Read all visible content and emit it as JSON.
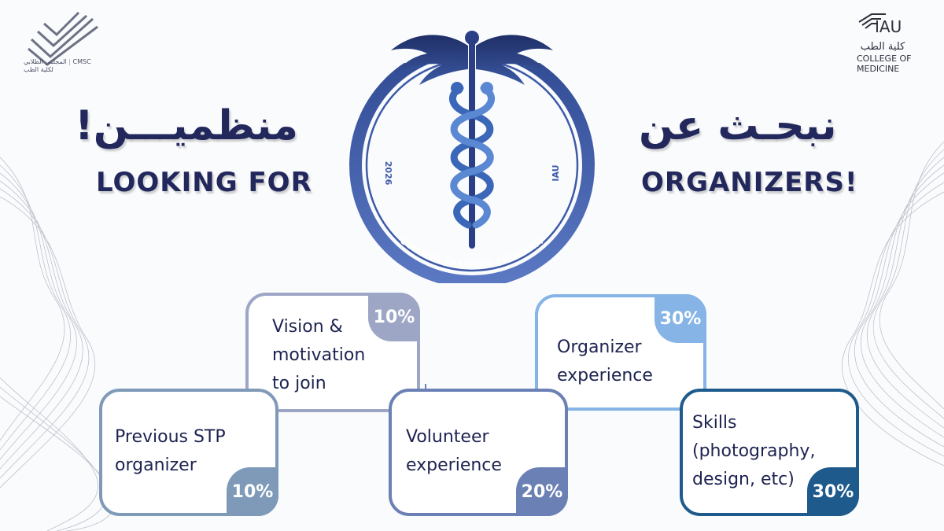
{
  "header": {
    "cmsc": {
      "abbr": "CMSC",
      "arabic_line1": "المجلس الطلابي",
      "arabic_line2": "لكلية الطب"
    },
    "iau": {
      "abbr": "IAU",
      "arabic": "كلية الطب",
      "college_line1": "COLLEGE OF",
      "college_line2": "MEDICINE"
    }
  },
  "headline": {
    "arabic_left": "منظميـــن!",
    "arabic_right": "نبحـث عن",
    "english_left": "LOOKING FOR",
    "english_right": "ORGANIZERS!"
  },
  "emblem": {
    "year": "2026",
    "org": "IAU",
    "program": "SUMMER TRAINING PROGRAM"
  },
  "criteria": [
    {
      "label_lines": [
        "Previous STP",
        "organizer"
      ],
      "percent": "10%",
      "color": "#7f9ab8"
    },
    {
      "label_lines": [
        "Vision &",
        "motivation",
        "to join"
      ],
      "percent": "10%",
      "color": "#9ea6c6"
    },
    {
      "label_lines": [
        "Volunteer",
        "experience"
      ],
      "percent": "20%",
      "color": "#6b80b4"
    },
    {
      "label_lines": [
        "Organizer",
        "experience"
      ],
      "percent": "30%",
      "color": "#86b4e6"
    },
    {
      "label_lines": [
        "Skills",
        "(photography,",
        "design, etc)"
      ],
      "percent": "30%",
      "color": "#1e5b8c"
    }
  ]
}
